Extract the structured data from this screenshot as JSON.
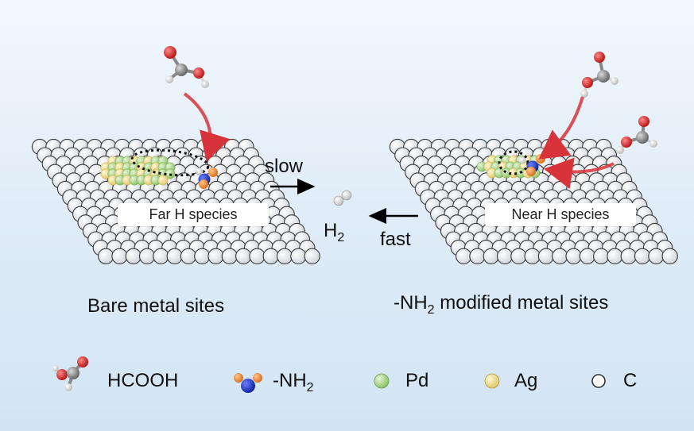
{
  "left_panel": {
    "box_label": "Far H species",
    "caption": "Bare metal sites"
  },
  "right_panel": {
    "box_label": "Near H species",
    "caption_prefix": "-NH",
    "caption_sub": "2",
    "caption_suffix": " modified metal sites"
  },
  "center": {
    "slow_label": "slow",
    "fast_label": "fast",
    "product_main": "H",
    "product_sub": "2"
  },
  "legend": {
    "hcooh": "HCOOH",
    "nh2_prefix": "-NH",
    "nh2_sub": "2",
    "pd": "Pd",
    "ag": "Ag",
    "c": "C"
  },
  "colors": {
    "carbon": "#e8eaee",
    "carbon_edge": "#3a3a3a",
    "pd": "#a6d483",
    "ag": "#eedc8a",
    "oxygen": "#d71c1c",
    "carbon_atom": "#8a8a8a",
    "hydrogen": "#f2f2f2",
    "nitrogen": "#1a32c8",
    "nh_h": "#f08a2a",
    "red_arrow": "#d8323a"
  }
}
